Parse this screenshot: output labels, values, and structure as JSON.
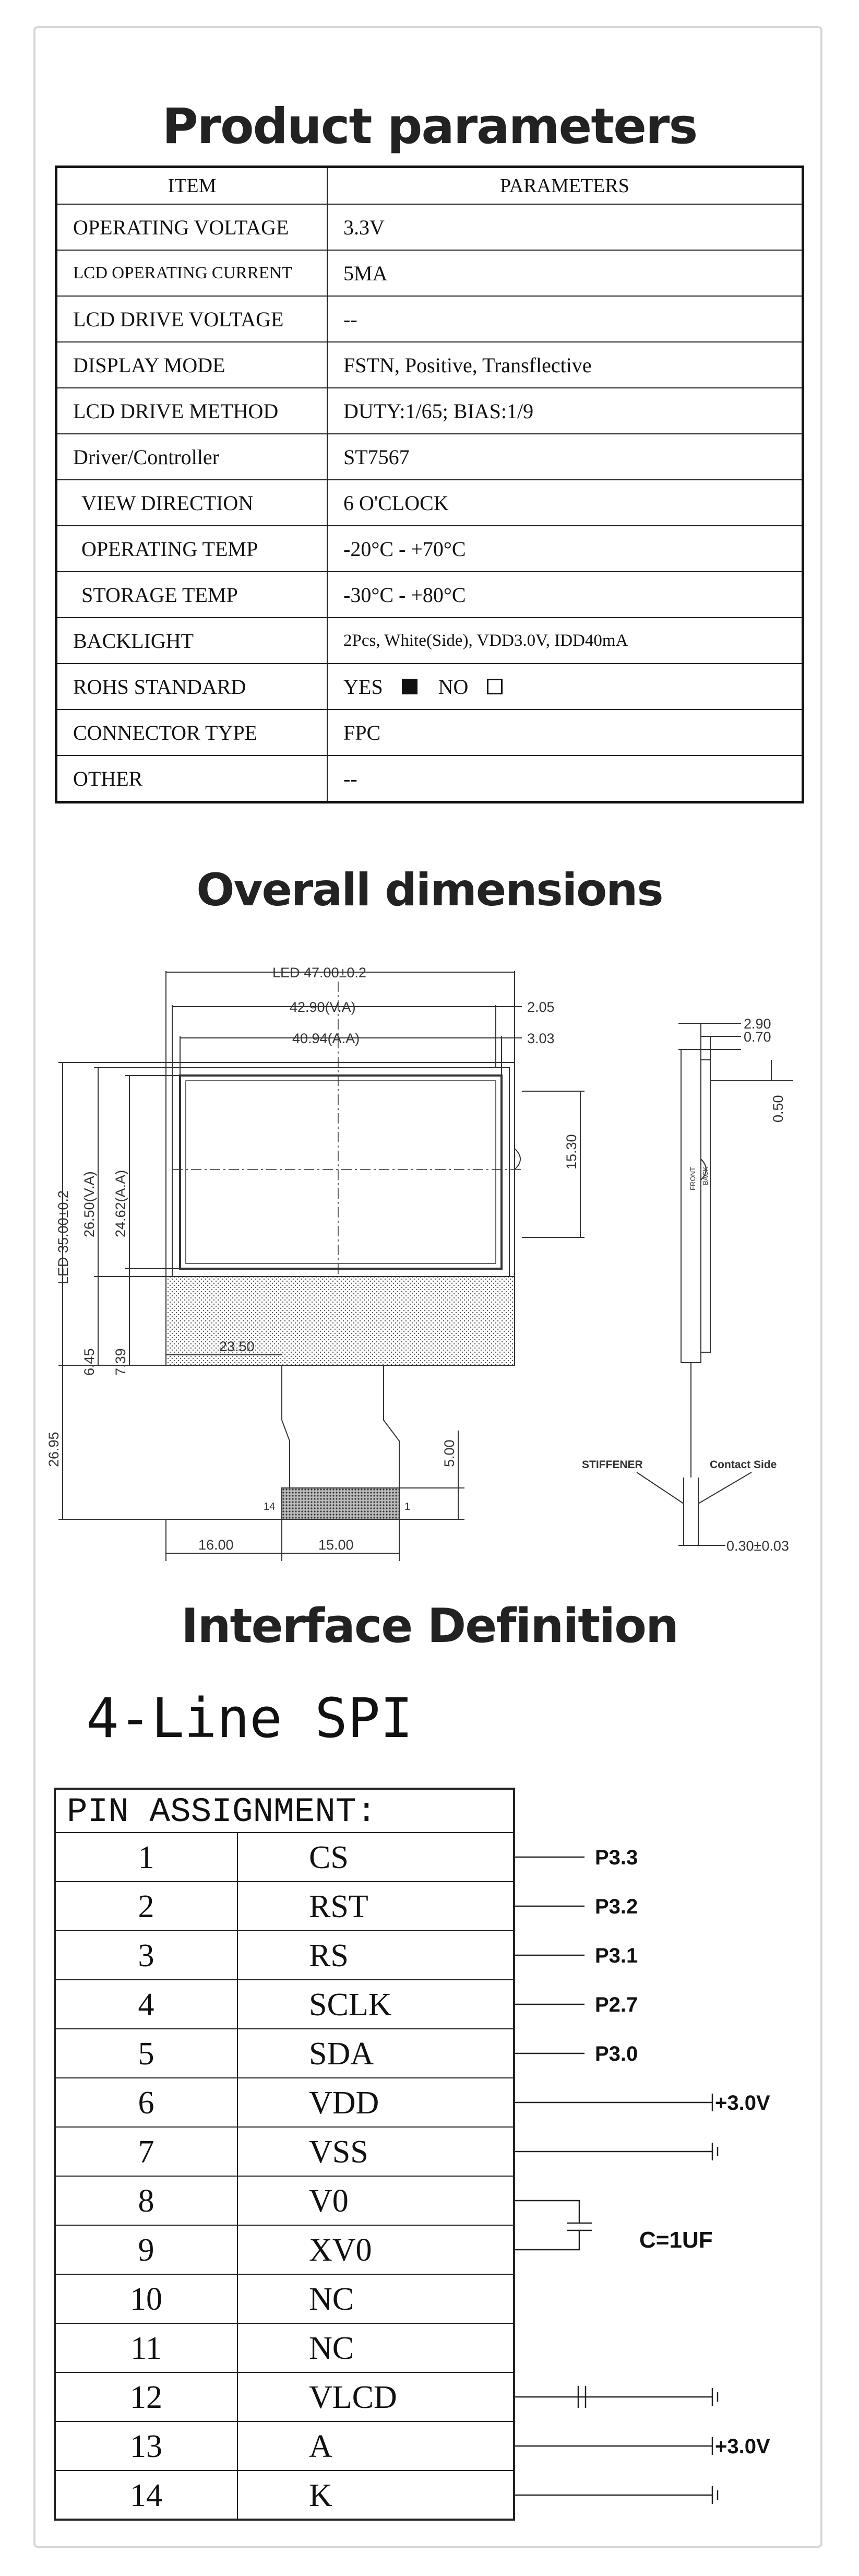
{
  "sections": {
    "product_title": "Product parameters",
    "dimensions_title": "Overall dimensions",
    "interface_title": "Interface Definition"
  },
  "params": {
    "header": {
      "item": "ITEM",
      "value": "PARAMETERS"
    },
    "rows": [
      {
        "item": "OPERATING VOLTAGE",
        "value": "3.3V"
      },
      {
        "item": "LCD OPERATING CURRENT",
        "value": "5MA"
      },
      {
        "item": "LCD DRIVE VOLTAGE",
        "value": "--"
      },
      {
        "item": "DISPLAY MODE",
        "value": "FSTN, Positive, Transflective"
      },
      {
        "item": "LCD DRIVE METHOD",
        "value": "DUTY:1/65; BIAS:1/9"
      },
      {
        "item": "Driver/Controller",
        "value": "ST7567"
      },
      {
        "item": "VIEW DIRECTION",
        "value": "6 O'CLOCK"
      },
      {
        "item": "OPERATING TEMP",
        "value": "-20°C - +70°C"
      },
      {
        "item": "STORAGE TEMP",
        "value": "-30°C - +80°C"
      },
      {
        "item": "BACKLIGHT",
        "value": "2Pcs, White(Side), VDD3.0V, IDD40mA"
      },
      {
        "item": "ROHS STANDARD",
        "yes": "YES",
        "no": "NO",
        "checked": "yes"
      },
      {
        "item": "CONNECTOR TYPE",
        "value": "FPC"
      },
      {
        "item": "OTHER",
        "value": "--"
      }
    ]
  },
  "dimensions": {
    "led_width": "LED 47.00±0.2",
    "va_width": "42.90(V.A)",
    "aa_width": "40.94(A.A)",
    "right_offset_1": "2.05",
    "right_offset_2": "3.03",
    "center_height": "15.30",
    "led_height": "LED 35.00±0.2",
    "va_height": "26.50(V.A)",
    "aa_height": "24.62(A.A)",
    "bottom_1": "6.45",
    "bottom_2": "7.39",
    "total_height": "26.95",
    "fpc_offset": "23.50",
    "fpc_tail": "5.00",
    "fpc_left": "16.00",
    "fpc_width": "15.00",
    "pin_first": "14",
    "pin_last": "1",
    "side_thickness": "2.90",
    "side_glass": "0.70",
    "side_gap": "0.50",
    "front": "FRONT",
    "back": "BACK",
    "stiffener": "STIFFENER",
    "contact_side": "Contact Side",
    "fpc_thickness": "0.30±0.03"
  },
  "interface": {
    "mode": "4-Line SPI",
    "table_title": "PIN ASSIGNMENT:",
    "pins": [
      {
        "n": "1",
        "sig": "CS",
        "conn": "P3.3"
      },
      {
        "n": "2",
        "sig": "RST",
        "conn": "P3.2"
      },
      {
        "n": "3",
        "sig": "RS",
        "conn": "P3.1"
      },
      {
        "n": "4",
        "sig": "SCLK",
        "conn": "P2.7"
      },
      {
        "n": "5",
        "sig": "SDA",
        "conn": "P3.0"
      },
      {
        "n": "6",
        "sig": "VDD",
        "conn": "+3.0V"
      },
      {
        "n": "7",
        "sig": "VSS",
        "conn": ""
      },
      {
        "n": "8",
        "sig": "V0",
        "conn": ""
      },
      {
        "n": "9",
        "sig": "XV0",
        "conn": ""
      },
      {
        "n": "10",
        "sig": "NC",
        "conn": ""
      },
      {
        "n": "11",
        "sig": "NC",
        "conn": ""
      },
      {
        "n": "12",
        "sig": "VLCD",
        "conn": ""
      },
      {
        "n": "13",
        "sig": "A",
        "conn": "+3.0V"
      },
      {
        "n": "14",
        "sig": "K",
        "conn": ""
      }
    ],
    "capacitor": "C=1UF"
  }
}
